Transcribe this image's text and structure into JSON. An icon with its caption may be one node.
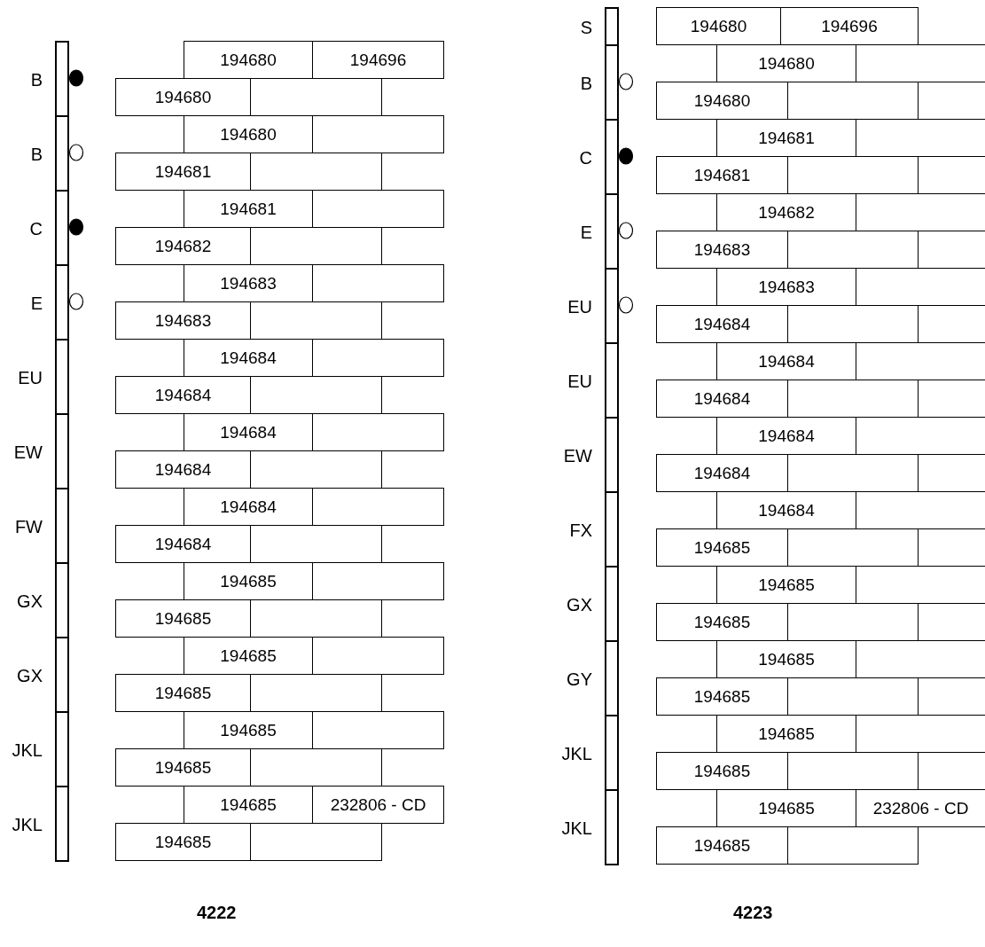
{
  "diagram": {
    "nodes": [
      {
        "text": [
          "B"
        ]
      },
      {
        "text": [],
        "shape": "dot"
      },
      {
        "text": [
          "194680"
        ]
      },
      {
        "text": [
          "194696"
        ]
      },
      {
        "text": [
          "194680"
        ]
      },
      {
        "text": [],
        "shape": "box"
      },
      {
        "text": [
          "B"
        ]
      },
      {
        "text": [],
        "shape": "circle"
      },
      {
        "text": [
          "194680"
        ]
      },
      {
        "text": [],
        "shape": "box"
      },
      {
        "text": [
          "194681"
        ]
      },
      {
        "text": [],
        "shape": "box"
      },
      {
        "text": [
          "C"
        ]
      },
      {
        "text": [],
        "shape": "dot"
      },
      {
        "text": [
          "194681"
        ]
      },
      {
        "text": [],
        "shape": "box"
      },
      {
        "text": [
          "194682"
        ]
      },
      {
        "text": [],
        "shape": "box"
      },
      {
        "text": [
          "E"
        ]
      },
      {
        "text": [],
        "shape": "circle"
      },
      {
        "text": [
          "194683"
        ]
      },
      {
        "text": [],
        "shape": "box"
      },
      {
        "text": [
          "194683"
        ]
      },
      {
        "text": [],
        "shape": "box"
      },
      {
        "text": [
          "EU"
        ]
      },
      {
        "text": [
          "194684"
        ]
      },
      {
        "text": [],
        "shape": "box"
      },
      {
        "text": [
          "194684"
        ]
      },
      {
        "text": [],
        "shape": "box"
      },
      {
        "text": [
          "EW"
        ]
      },
      {
        "text": [
          "194684"
        ]
      },
      {
        "text": [],
        "shape": "box"
      },
      {
        "text": [
          "194684"
        ]
      },
      {
        "text": [],
        "shape": "box"
      },
      {
        "text": [
          "FW"
        ]
      },
      {
        "text": [
          "194684"
        ]
      },
      {
        "text": [],
        "shape": "box"
      },
      {
        "text": [
          "194684"
        ]
      },
      {
        "text": [],
        "shape": "box"
      },
      {
        "text": [
          "GX"
        ]
      },
      {
        "text": [
          "194685"
        ]
      },
      {
        "text": [],
        "shape": "box"
      },
      {
        "text": [
          "194685"
        ]
      },
      {
        "text": [],
        "shape": "box"
      },
      {
        "text": [
          "GX"
        ]
      },
      {
        "text": [
          "194685"
        ]
      },
      {
        "text": [],
        "shape": "box"
      },
      {
        "text": [
          "194685"
        ]
      },
      {
        "text": [],
        "shape": "box"
      },
      {
        "text": [
          "JKL"
        ]
      },
      {
        "text": [
          "194685"
        ]
      },
      {
        "text": [],
        "shape": "box"
      },
      {
        "text": [
          "194685"
        ]
      },
      {
        "text": [],
        "shape": "box"
      },
      {
        "text": [
          "JKL"
        ]
      },
      {
        "text": [
          "194685"
        ]
      },
      {
        "text": [
          "232806 - CD"
        ]
      },
      {
        "text": [
          "194685"
        ]
      },
      {
        "text": [],
        "shape": "box"
      },
      {
        "text": [
          "S"
        ]
      },
      {
        "text": [
          "194680"
        ]
      },
      {
        "text": [
          "194696"
        ]
      },
      {
        "text": [
          "B"
        ]
      },
      {
        "text": [],
        "shape": "circle"
      },
      {
        "text": [
          "194680"
        ]
      },
      {
        "text": [],
        "shape": "box"
      },
      {
        "text": [
          "194680"
        ]
      },
      {
        "text": [],
        "shape": "box"
      },
      {
        "text": [
          "C"
        ]
      },
      {
        "text": [],
        "shape": "dot"
      },
      {
        "text": [
          "194681"
        ]
      },
      {
        "text": [],
        "shape": "box"
      },
      {
        "text": [
          "194681"
        ]
      },
      {
        "text": [],
        "shape": "box"
      },
      {
        "text": [
          "E"
        ]
      },
      {
        "text": [],
        "shape": "circle"
      },
      {
        "text": [
          "194682"
        ]
      },
      {
        "text": [],
        "shape": "box"
      },
      {
        "text": [
          "194683"
        ]
      },
      {
        "text": [],
        "shape": "box"
      },
      {
        "text": [
          "EU"
        ]
      },
      {
        "text": [],
        "shape": "circle"
      },
      {
        "text": [
          "194683"
        ]
      },
      {
        "text": [],
        "shape": "box"
      },
      {
        "text": [
          "194684"
        ]
      },
      {
        "text": [],
        "shape": "box"
      },
      {
        "text": [
          "EU"
        ]
      },
      {
        "text": [
          "194684"
        ]
      },
      {
        "text": [],
        "shape": "box"
      },
      {
        "text": [
          "194684"
        ]
      },
      {
        "text": [],
        "shape": "box"
      },
      {
        "text": [
          "EW"
        ]
      },
      {
        "text": [
          "194684"
        ]
      },
      {
        "text": [],
        "shape": "box"
      },
      {
        "text": [
          "194684"
        ]
      },
      {
        "text": [],
        "shape": "box"
      },
      {
        "text": [
          "FX"
        ]
      },
      {
        "text": [
          "194684"
        ]
      },
      {
        "text": [],
        "shape": "box"
      },
      {
        "text": [
          "194685"
        ]
      },
      {
        "text": [],
        "shape": "box"
      },
      {
        "text": [
          "GX"
        ]
      },
      {
        "text": [
          "194685"
        ]
      },
      {
        "text": [],
        "shape": "box"
      },
      {
        "text": [
          "194685"
        ]
      },
      {
        "text": [],
        "shape": "box"
      },
      {
        "text": [
          "GY"
        ]
      },
      {
        "text": [
          "194685"
        ]
      },
      {
        "text": [],
        "shape": "box"
      },
      {
        "text": [
          "194685"
        ]
      },
      {
        "text": [],
        "shape": "box"
      },
      {
        "text": [
          "JKL"
        ]
      },
      {
        "text": [
          "194685"
        ]
      },
      {
        "text": [],
        "shape": "box"
      },
      {
        "text": [
          "194685"
        ]
      },
      {
        "text": [],
        "shape": "box"
      },
      {
        "text": [
          "JKL"
        ]
      },
      {
        "text": [
          "194685"
        ]
      },
      {
        "text": [
          "232806 - CD"
        ]
      },
      {
        "text": [
          "194685"
        ]
      },
      {
        "text": [],
        "shape": "box"
      }
    ],
    "labels": [
      "4222",
      "4223"
    ]
  }
}
